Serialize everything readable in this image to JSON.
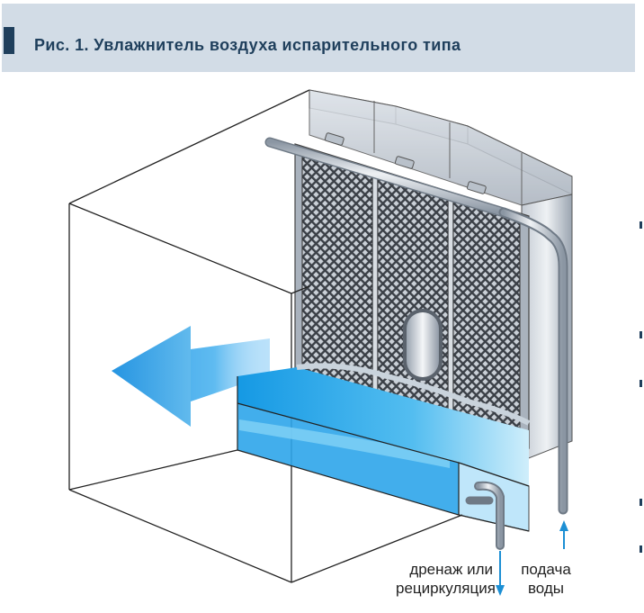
{
  "figure": {
    "title": "Рис. 1. Увлажнитель воздуха испарительного типа"
  },
  "labels": {
    "drain_line1": "дренаж или",
    "drain_line2": "рециркуляция",
    "supply_line1": "подача",
    "supply_line2": "воды"
  },
  "colors": {
    "header_bg": "#d2dce6",
    "header_text": "#1f3f5c",
    "water": "#2fa6e8",
    "air_flow": "#35a4ea",
    "metal": "#b6bec8",
    "mesh_bg": "#3a3f46",
    "arrow": "#1c8fd4"
  },
  "icons": {
    "air_flow": "airflow-arrow-icon",
    "drain_arrow": "arrow-down-icon",
    "supply_arrow": "arrow-up-icon"
  }
}
